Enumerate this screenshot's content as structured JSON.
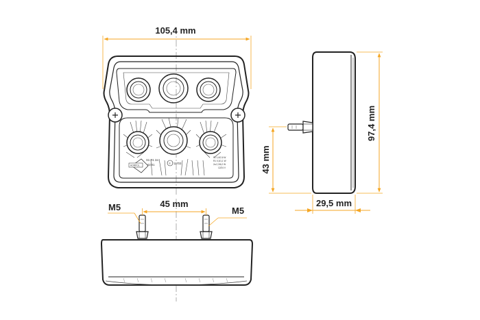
{
  "dimensions": {
    "width": "105,4 mm",
    "height": "97,4 mm",
    "stud_height": "43 mm",
    "depth": "29,5 mm",
    "stud_spacing": "45 mm"
  },
  "thread_labels": {
    "left": "M5",
    "right": "M5"
  },
  "lamp_markings": {
    "brand": "HORPOL",
    "approval_code": "S1-R1 2a",
    "approval_numbers": "02 01",
    "e_mark": "E",
    "homologation": "11703",
    "spec_lines": [
      "S1 1,6/2,6 W",
      "R1 0,3/1,1 W",
      "2a 2,3/6,2 W",
      "12/24 V"
    ]
  },
  "colors": {
    "dimension_line": "#f5a623",
    "outline": "#222222",
    "axis": "#9a9a9a"
  }
}
